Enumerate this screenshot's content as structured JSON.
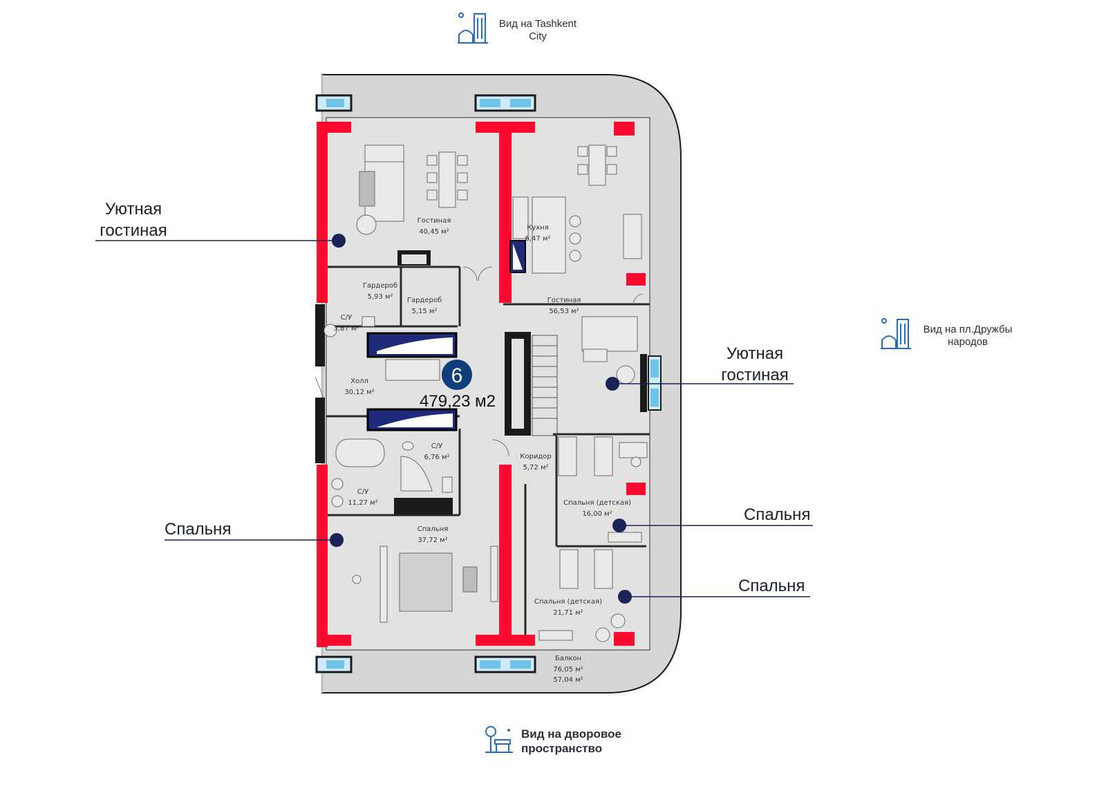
{
  "views": {
    "top": "Вид на Tashkent City",
    "right": "Вид на пл.Дружбы народов",
    "bottom": "Вид на дворовое пространство"
  },
  "apartment": {
    "number": "6",
    "area": "479,23 м2"
  },
  "callouts": {
    "living_left": "Уютная гостиная",
    "living_right": "Уютная гостиная",
    "bedroom_left": "Спальня",
    "bedroom_right_1": "Спальня",
    "bedroom_right_2": "Спальня"
  },
  "rooms": {
    "living1_name": "Гостиная",
    "living1_area": "40,45 м²",
    "kitchen_name": "Кухня",
    "kitchen_area": "6,47 м²",
    "wardrobe1_name": "Гардероб",
    "wardrobe1_area": "5,93 м²",
    "wardrobe2_name": "Гардероб",
    "wardrobe2_area": "5,15 м²",
    "living2_name": "Гостиная",
    "living2_area": "56,53 м²",
    "wc1_name": "С/У",
    "wc1_area": "3,87 м²",
    "hall_name": "Холл",
    "hall_area": "30,12 м²",
    "wc2_name": "С/У",
    "wc2_area": "6,76 м²",
    "corridor_name": "Коридор",
    "corridor_area": "5,72 м²",
    "wc3_name": "С/У",
    "wc3_area": "11,27 м²",
    "kids1_name": "Спальня (детская)",
    "kids1_area": "16,00 м²",
    "bedroom_name": "Спальня",
    "bedroom_area": "37,72 м²",
    "kids2_name": "Спальня (детская)",
    "kids2_area": "21,71 м²",
    "balcony_name": "Балкон",
    "balcony_area1": "76,05 м²",
    "balcony_area2": "57,04 м²"
  },
  "colors": {
    "accent_red": "#ff0a2f",
    "dot_navy": "#1a2258",
    "window_blue": "#6fc3ea",
    "floor_gray": "#d6d6d6",
    "wall_dark": "#1b1b1b"
  }
}
